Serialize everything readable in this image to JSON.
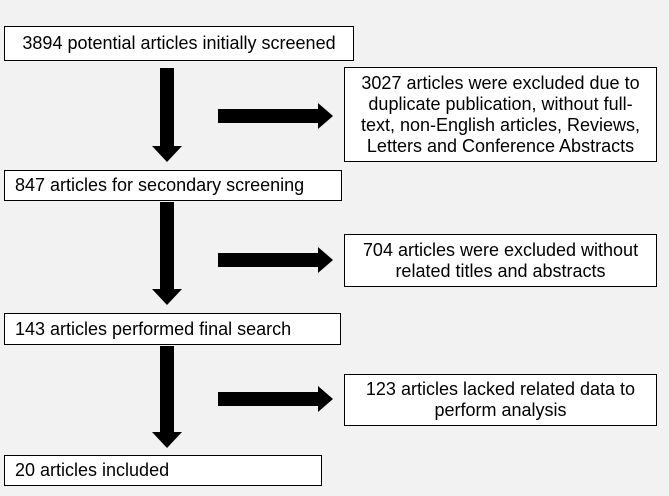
{
  "diagram": {
    "main_steps": [
      {
        "label": "3894 potential articles initially screened"
      },
      {
        "label": "847 articles for secondary screening"
      },
      {
        "label": "143 articles performed final search"
      },
      {
        "label": "20 articles included"
      }
    ],
    "exclusions": [
      {
        "lines": [
          "3027 articles were excluded due to",
          "duplicate publication, without full-",
          "text, non-English articles, Reviews,",
          "Letters and Conference Abstracts"
        ]
      },
      {
        "lines": [
          "704 articles were excluded without",
          "related titles and abstracts"
        ]
      },
      {
        "lines": [
          "123 articles lacked related data to",
          "perform analysis"
        ]
      }
    ],
    "colors": {
      "background": "#f2f2f2",
      "box_fill": "#ffffff",
      "stroke": "#000000"
    }
  }
}
